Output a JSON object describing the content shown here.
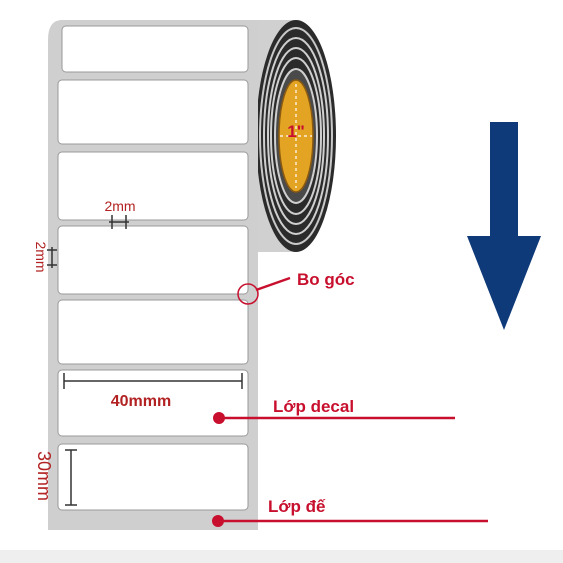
{
  "labels": {
    "core_size": "1\"",
    "gap_horizontal": "2mm",
    "gap_vertical": "2mm",
    "rounded_corner": "Bo góc",
    "label_width": "40mmm",
    "label_height": "30mm",
    "decal_layer": "Lớp decal",
    "backing_layer": "Lớp đế"
  },
  "colors": {
    "accent_red": "#c8102e",
    "arrow_blue": "#0f3a7a",
    "dimension_red": "#b22222",
    "backing_gray": "#cfcfcf",
    "roll_dark": "#333333",
    "core_gold": "#e3a323"
  },
  "icons": {
    "direction": "down-arrow-icon"
  }
}
